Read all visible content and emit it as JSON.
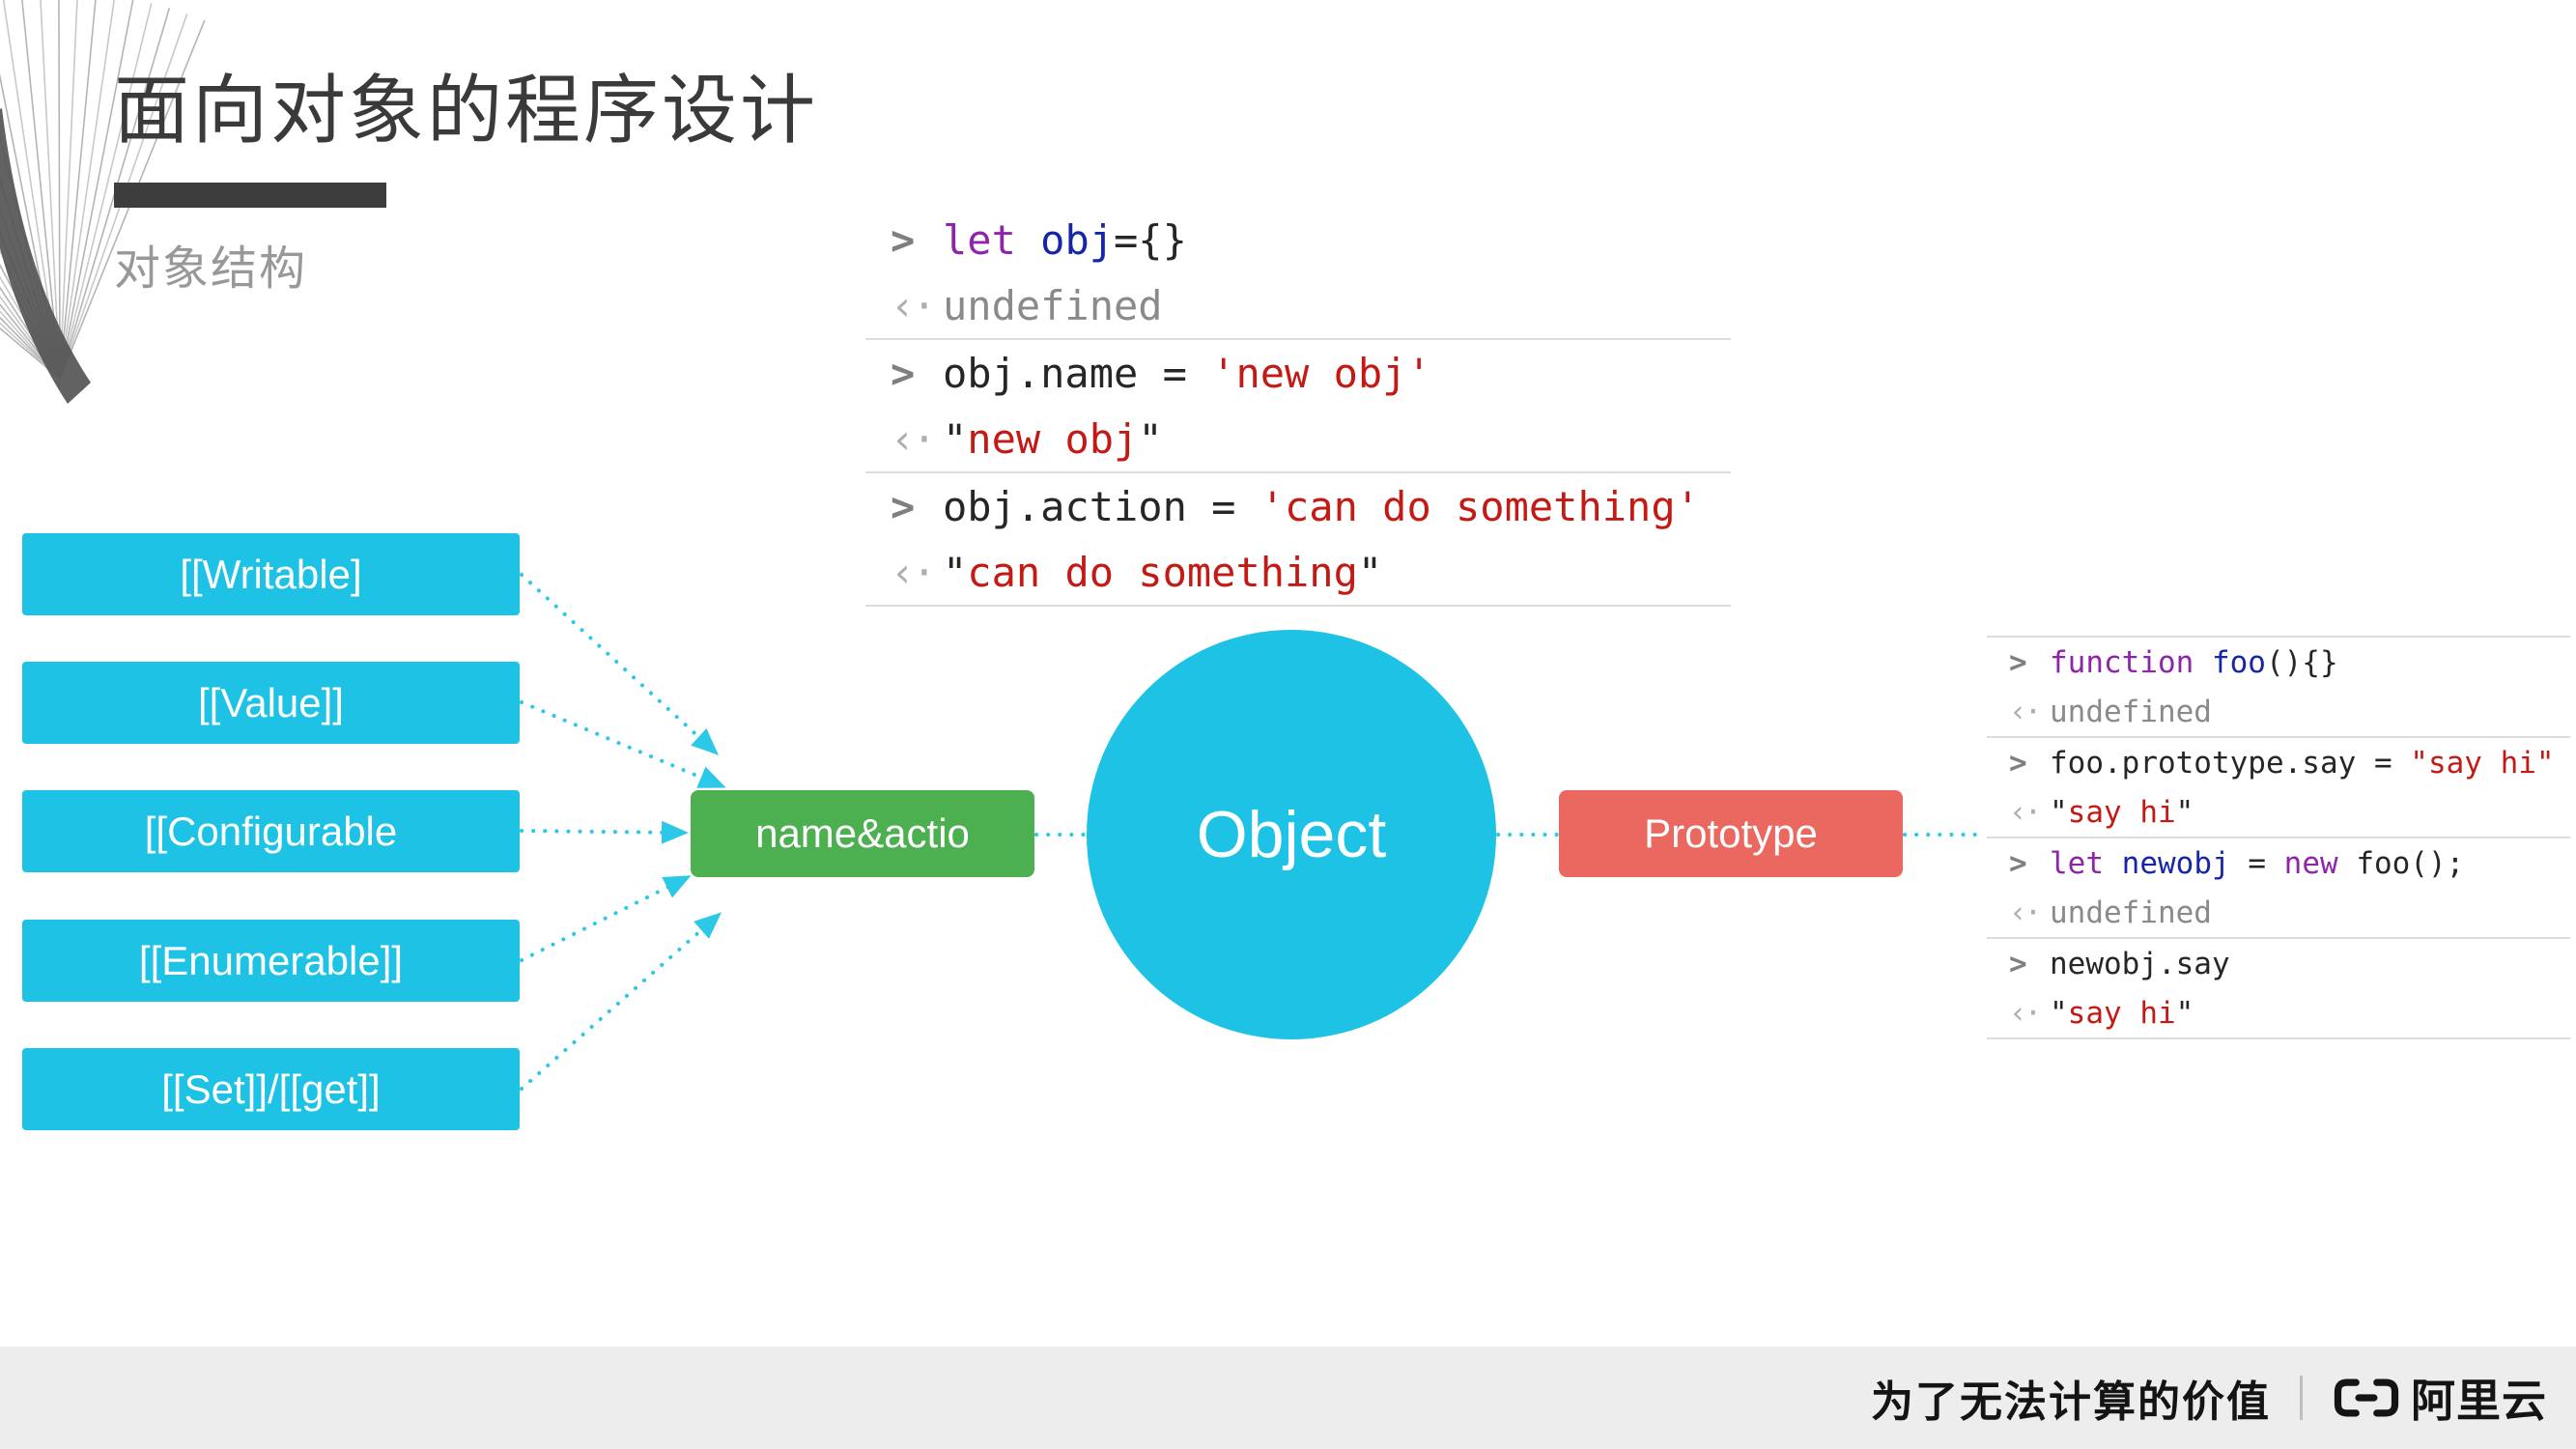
{
  "slide": {
    "title": "面向对象的程序设计",
    "subtitle": "对象结构"
  },
  "diagram": {
    "attribute_boxes": [
      "[[Writable]",
      "[[Value]]",
      "[[Configurable",
      "[[Enumerable]]",
      "[[Set]]/[[get]]"
    ],
    "name_box_label": "name&actio",
    "object_label": "Object",
    "prototype_label": "Prototype",
    "colors": {
      "node_cyan": "#1dc2e5",
      "node_green": "#4caf50",
      "node_red": "#ea685f",
      "arrow_cyan": "#2bc8e8"
    }
  },
  "console_top": {
    "input_prompt": ">",
    "output_prompt": "‹·",
    "entries": [
      {
        "input": [
          [
            "keyword",
            "let"
          ],
          [
            "plain",
            " "
          ],
          [
            "def",
            "obj"
          ],
          [
            "plain",
            "={}"
          ]
        ],
        "output": [
          [
            "muted",
            "undefined"
          ]
        ]
      },
      {
        "input": [
          [
            "plain",
            "obj.name = "
          ],
          [
            "string",
            "'new obj'"
          ]
        ],
        "output": [
          [
            "plain",
            "\""
          ],
          [
            "string",
            "new obj"
          ],
          [
            "plain",
            "\""
          ]
        ]
      },
      {
        "input": [
          [
            "plain",
            "obj.action = "
          ],
          [
            "string",
            "'can do something'"
          ]
        ],
        "output": [
          [
            "plain",
            "\""
          ],
          [
            "string",
            "can do something"
          ],
          [
            "plain",
            "\""
          ]
        ]
      }
    ]
  },
  "console_right": {
    "input_prompt": ">",
    "output_prompt": "‹·",
    "entries": [
      {
        "input": [
          [
            "keyword",
            "function"
          ],
          [
            "plain",
            " "
          ],
          [
            "def",
            "foo"
          ],
          [
            "plain",
            "(){}"
          ]
        ],
        "output": [
          [
            "muted",
            "undefined"
          ]
        ]
      },
      {
        "input": [
          [
            "plain",
            "foo.prototype.say = "
          ],
          [
            "string",
            "\"say hi\""
          ]
        ],
        "output": [
          [
            "plain",
            "\""
          ],
          [
            "string",
            "say hi"
          ],
          [
            "plain",
            "\""
          ]
        ]
      },
      {
        "input": [
          [
            "keyword",
            "let"
          ],
          [
            "plain",
            " "
          ],
          [
            "def",
            "newobj"
          ],
          [
            "plain",
            " = "
          ],
          [
            "keyword",
            "new"
          ],
          [
            "plain",
            " foo();"
          ]
        ],
        "output": [
          [
            "muted",
            "undefined"
          ]
        ]
      },
      {
        "input": [
          [
            "plain",
            "newobj.say"
          ]
        ],
        "output": [
          [
            "plain",
            "\""
          ],
          [
            "string",
            "say hi"
          ],
          [
            "plain",
            "\""
          ]
        ]
      }
    ]
  },
  "footer": {
    "slogan": "为了无法计算的价值",
    "brand": "阿里云"
  }
}
